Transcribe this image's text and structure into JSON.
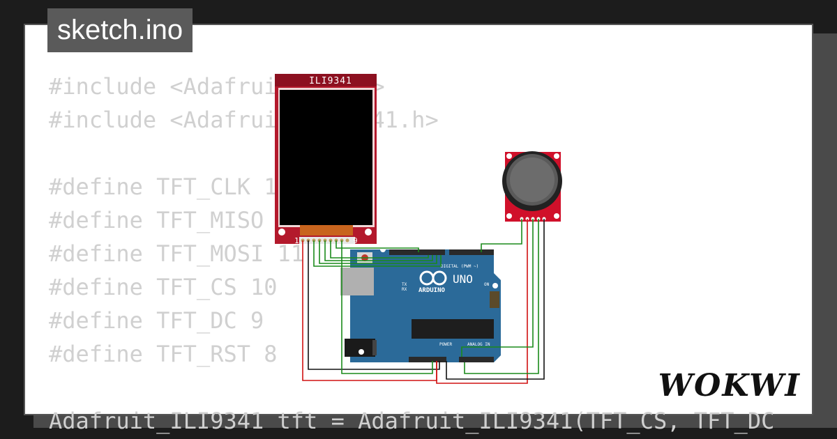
{
  "tab": {
    "label": "sketch.ino"
  },
  "code": {
    "lines": [
      "#include <Adafruit_GFX.h>",
      "#include <Adafruit_ILI9341.h>",
      "",
      "#define TFT_CLK 13",
      "#define TFT_MISO 12",
      "#define TFT_MOSI 11",
      "#define TFT_CS 10",
      "#define TFT_DC 9",
      "#define TFT_RST 8",
      "",
      "Adafruit_ILI9341 tft = Adafruit_ILI9341(TFT_CS, TFT_DC"
    ]
  },
  "display": {
    "label": "ILI9341",
    "pin_first": "1",
    "pin_last": "9"
  },
  "arduino": {
    "logo_text": "UNO",
    "brand": "ARDUINO",
    "digital_label": "DIGITAL (PWM ~)",
    "power_label": "POWER",
    "analog_label": "ANALOG IN",
    "tx": "TX",
    "rx": "RX",
    "on": "ON"
  },
  "brand": {
    "logo": "WOKWI"
  },
  "colors": {
    "background": "#1c1c1c",
    "card": "#ffffff",
    "code_text": "#d0d0d0",
    "board_blue": "#2b6a99",
    "pcb_red": "#b3192c",
    "wire_green": "#1a8a1a",
    "wire_red": "#d01010",
    "wire_black": "#111111"
  }
}
